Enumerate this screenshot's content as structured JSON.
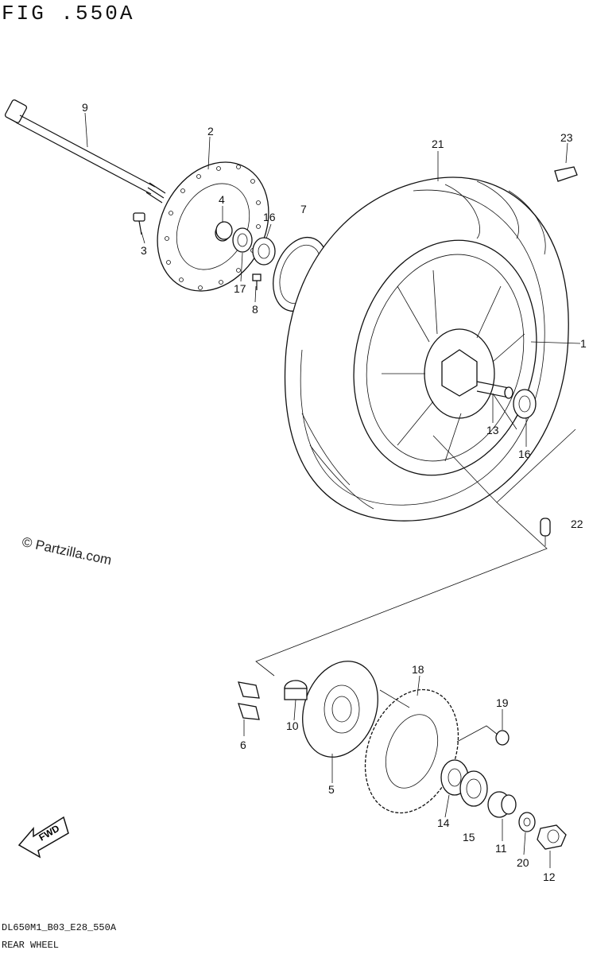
{
  "figure": {
    "title": "FIG .550A",
    "watermark": "© Partzilla.com",
    "footer_code": "DL650M1_B03_E28_550A",
    "footer_title": "REAR WHEEL",
    "fwd_label": "FWD"
  },
  "callouts": {
    "p1": "1",
    "p2": "2",
    "p3": "3",
    "p4": "4",
    "p5": "5",
    "p6": "6",
    "p7": "7",
    "p8": "8",
    "p9": "9",
    "p10": "10",
    "p11": "11",
    "p12": "12",
    "p13": "13",
    "p14": "14",
    "p15": "15",
    "p16a": "16",
    "p16b": "16",
    "p17": "17",
    "p18": "18",
    "p19": "19",
    "p20": "20",
    "p21": "21",
    "p22": "22",
    "p23": "23"
  }
}
